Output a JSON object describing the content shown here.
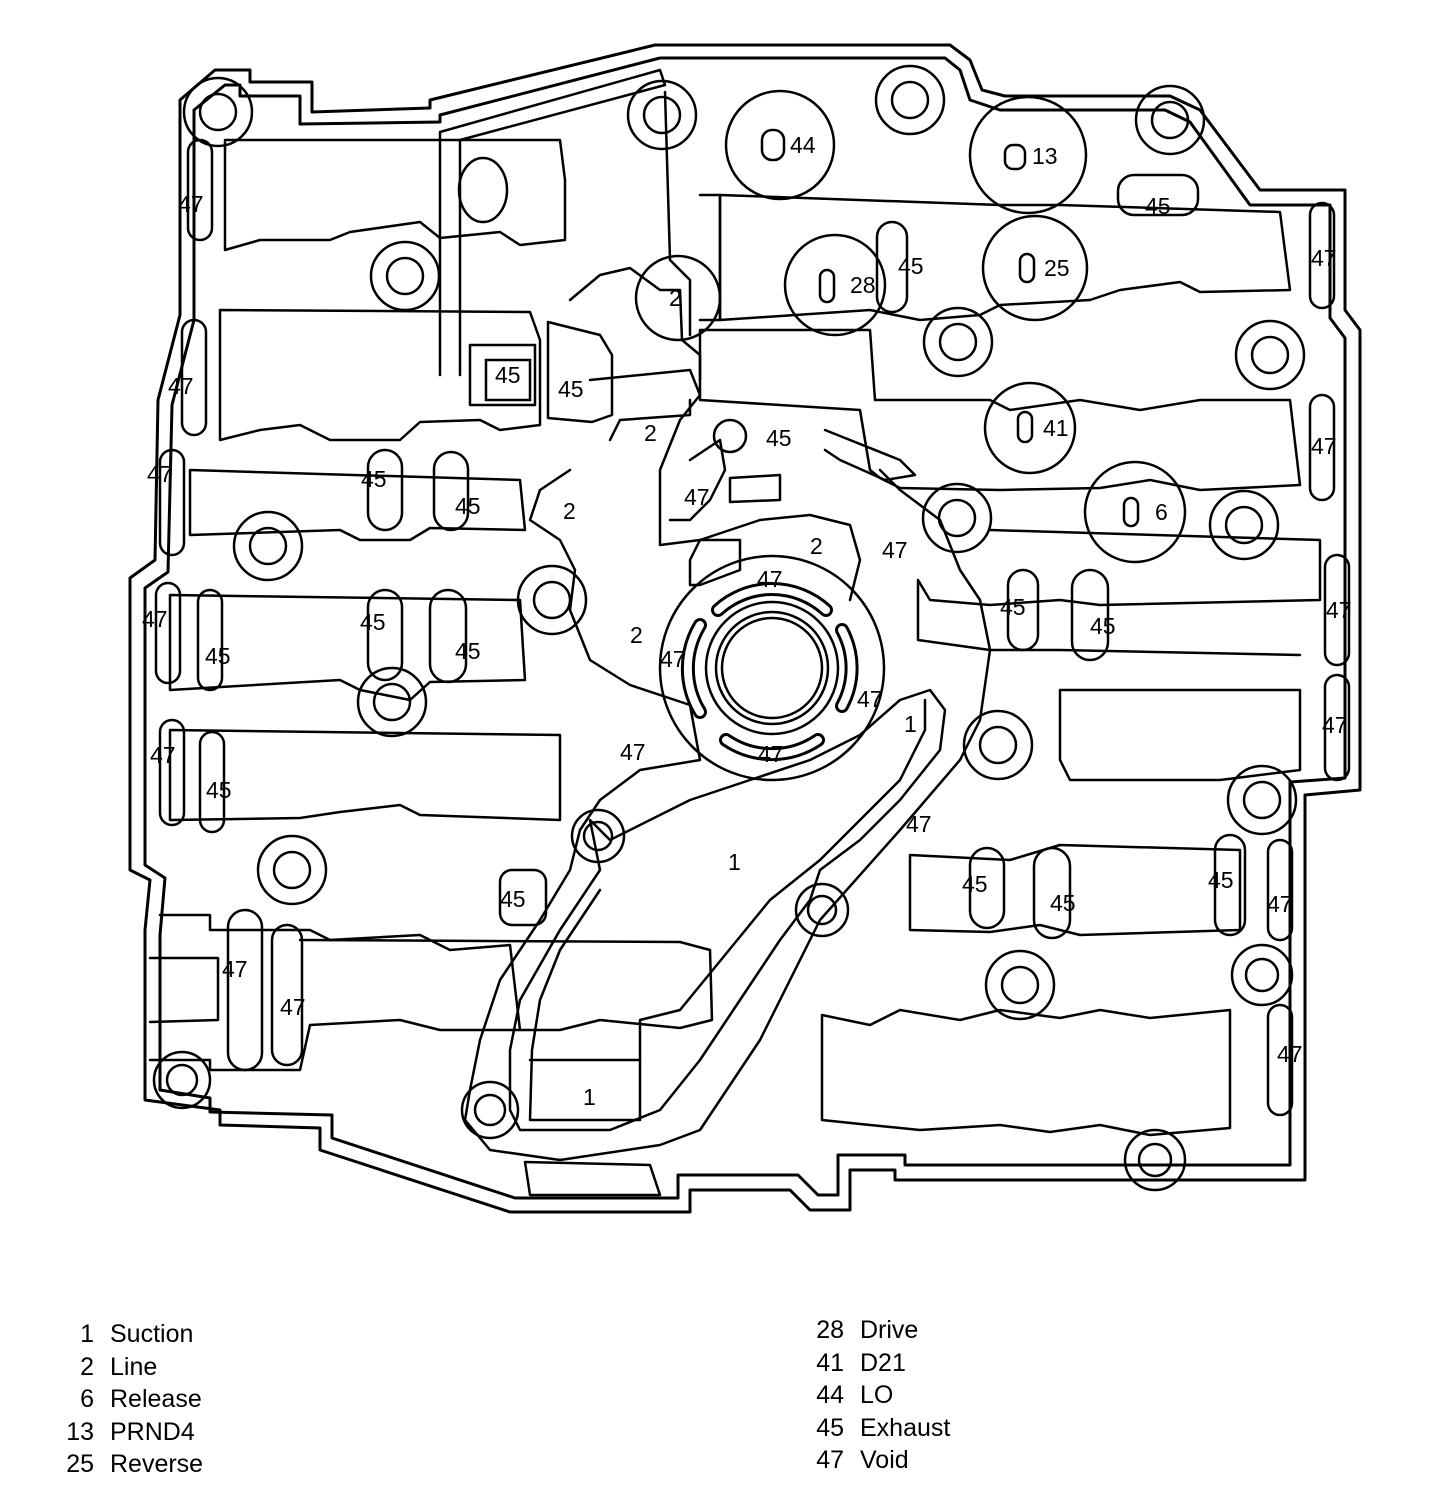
{
  "diagram": {
    "callouts": [
      {
        "id": "44",
        "text": "44"
      },
      {
        "id": "13",
        "text": "13"
      },
      {
        "id": "45a",
        "text": "45"
      },
      {
        "id": "47a",
        "text": "47"
      },
      {
        "id": "47b",
        "text": "47"
      },
      {
        "id": "2a",
        "text": "2"
      },
      {
        "id": "28",
        "text": "28"
      },
      {
        "id": "45b",
        "text": "45"
      },
      {
        "id": "25",
        "text": "25"
      },
      {
        "id": "47c",
        "text": "47"
      },
      {
        "id": "47d",
        "text": "47"
      },
      {
        "id": "45c",
        "text": "45"
      },
      {
        "id": "45d",
        "text": "45"
      },
      {
        "id": "2b",
        "text": "2"
      },
      {
        "id": "45e",
        "text": "45"
      },
      {
        "id": "41",
        "text": "41"
      },
      {
        "id": "47e",
        "text": "47"
      },
      {
        "id": "47f",
        "text": "47"
      },
      {
        "id": "45f",
        "text": "45"
      },
      {
        "id": "45g",
        "text": "45"
      },
      {
        "id": "47g",
        "text": "47"
      },
      {
        "id": "2c",
        "text": "2"
      },
      {
        "id": "6",
        "text": "6"
      },
      {
        "id": "2d",
        "text": "2"
      },
      {
        "id": "47h",
        "text": "47"
      },
      {
        "id": "47i",
        "text": "47"
      },
      {
        "id": "47j",
        "text": "47"
      },
      {
        "id": "45h",
        "text": "45"
      },
      {
        "id": "45i",
        "text": "45"
      },
      {
        "id": "45j",
        "text": "45"
      },
      {
        "id": "2e",
        "text": "2"
      },
      {
        "id": "47k",
        "text": "47"
      },
      {
        "id": "45k",
        "text": "45"
      },
      {
        "id": "45l",
        "text": "45"
      },
      {
        "id": "47l",
        "text": "47"
      },
      {
        "id": "47m",
        "text": "47"
      },
      {
        "id": "1a",
        "text": "1"
      },
      {
        "id": "47n",
        "text": "47"
      },
      {
        "id": "47o",
        "text": "47"
      },
      {
        "id": "47p",
        "text": "47"
      },
      {
        "id": "45m",
        "text": "45"
      },
      {
        "id": "47q",
        "text": "47"
      },
      {
        "id": "47r",
        "text": "47"
      },
      {
        "id": "1b",
        "text": "1"
      },
      {
        "id": "45n",
        "text": "45"
      },
      {
        "id": "45o",
        "text": "45"
      },
      {
        "id": "45p",
        "text": "45"
      },
      {
        "id": "45q",
        "text": "45"
      },
      {
        "id": "47s",
        "text": "47"
      },
      {
        "id": "47t",
        "text": "47"
      },
      {
        "id": "47u",
        "text": "47"
      },
      {
        "id": "47v",
        "text": "47"
      },
      {
        "id": "1c",
        "text": "1"
      }
    ]
  },
  "legend": {
    "left": [
      {
        "num": "1",
        "label": "Suction"
      },
      {
        "num": "2",
        "label": "Line"
      },
      {
        "num": "6",
        "label": "Release"
      },
      {
        "num": "13",
        "label": "PRND4"
      },
      {
        "num": "25",
        "label": "Reverse"
      }
    ],
    "right": [
      {
        "num": "28",
        "label": "Drive"
      },
      {
        "num": "41",
        "label": "D21"
      },
      {
        "num": "44",
        "label": "LO"
      },
      {
        "num": "45",
        "label": "Exhaust"
      },
      {
        "num": "47",
        "label": "Void"
      }
    ]
  }
}
